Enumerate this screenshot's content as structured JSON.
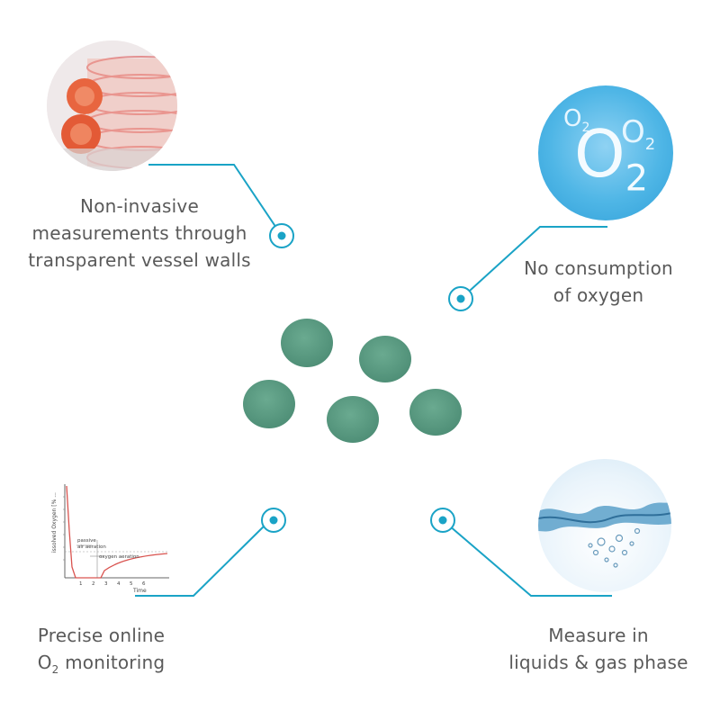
{
  "features": {
    "top_left": {
      "lines": [
        "Non-invasive",
        "measurements through",
        "transparent vessel walls"
      ]
    },
    "top_right": {
      "lines": [
        "No consumption",
        "of oxygen"
      ]
    },
    "bottom_left": {
      "line1": "Precise online",
      "o2_main": "O",
      "o2_sub": "2",
      "o2_rest": " monitoring"
    },
    "bottom_right": {
      "lines": [
        "Measure in",
        "liquids & gas phase"
      ]
    }
  },
  "o2_bubble": {
    "big": "O",
    "big_sub": "2",
    "small1": "O",
    "small1_sub": "2",
    "small2": "O",
    "small2_sub": "2"
  },
  "mini_chart": {
    "ylabel": "issolved Oxygen [% ...",
    "xlabel": "Time",
    "annotations": [
      "passive",
      "air aeration",
      "oxygen aeration"
    ],
    "xticks": [
      "1",
      "2",
      "3",
      "4",
      "5",
      "6"
    ]
  },
  "colors": {
    "accent": "#1aa3c6",
    "sensor": "#5f9f86",
    "text": "#5a5a5a",
    "bubble": "#4fb6e6"
  }
}
